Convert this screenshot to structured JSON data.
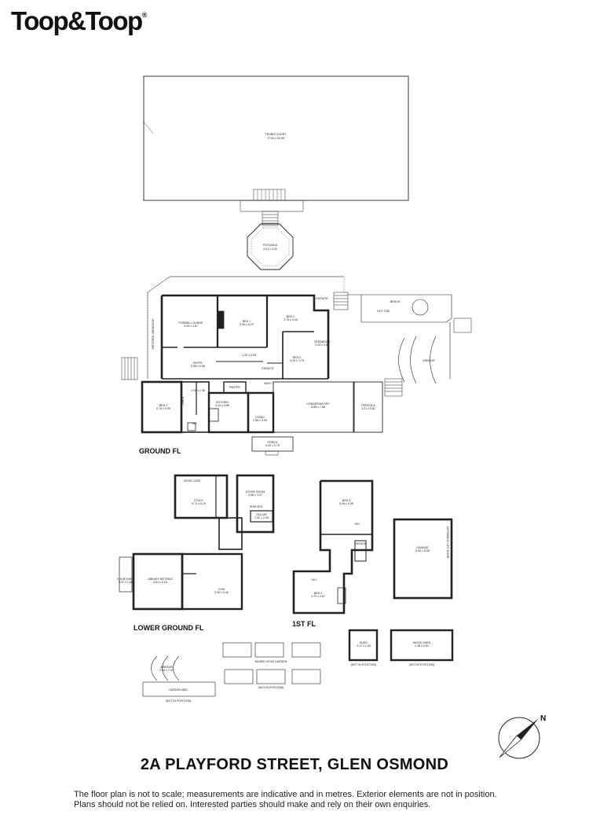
{
  "brand": {
    "logo": "Toop&Toop",
    "reg": "®"
  },
  "address": "2A PLAYFORD STREET, GLEN OSMOND",
  "disclaimer": [
    "The floor plan is not to scale; measurements are indicative and in metres. Exterior elements are not in position.",
    "Plans should not be relied on. Interested parties should make and rely on their own enquiries."
  ],
  "floors": {
    "ground": "GROUND FL",
    "lower": "LOWER GROUND FL",
    "first": "1ST FL"
  },
  "compass": {
    "north": "N"
  },
  "rooms": {
    "tennis": [
      "TENNIS COURT",
      "17.84 x 34.55"
    ],
    "rotunda": [
      "ROTUNDA",
      "4.91 x 4.20"
    ],
    "verandah_w": "WESTERN VERANDAH",
    "formal_lounge": [
      "FORMAL LOUNGE",
      "5.34 x 4.87"
    ],
    "bed1_g": [
      "BED 1",
      "5.46 x 5.23"
    ],
    "bed1_e": [
      "BED 1",
      "3.76 x 4.44"
    ],
    "ensuite": "ENSUITE",
    "entry": [
      "ENTRY",
      "5.58 x 4.88"
    ],
    "hall": "1.25 x 3.25",
    "bed2": [
      "BED 2",
      "5.29 x 3.75"
    ],
    "verandah_e": [
      "VERANDAH",
      "2.03 x 3.50"
    ],
    "ensuite2": "ENSUITE",
    "bath": "BATH",
    "bed3": [
      "BED 3",
      "5.76 x 4.05"
    ],
    "kitchen": [
      "KITCHEN",
      "4.12 x 3.56"
    ],
    "pantry": "PANTRY",
    "laundry": "1.26 x 1.36",
    "linen": "LINEN",
    "wc": "WC",
    "living": [
      "LIVING",
      "2.68 x 3.95"
    ],
    "conservatory": [
      "CONSERVATORY",
      "5.88 x 7.66"
    ],
    "pergola": [
      "PERGOLA",
      "3.21 x 5.81"
    ],
    "porch": [
      "PORCH",
      "3.02 x 2.75"
    ],
    "bench": "BENCH",
    "hot_tub": "HOT TUB",
    "arbour": "ARBOUR",
    "study": [
      "STUDY",
      "5.73 x 4.79"
    ],
    "book_case": "BOOK CASE",
    "store": [
      "STORE ROOM",
      "2.98 x 3.97"
    ],
    "shelves": "SHELVES",
    "cellar": [
      "CELLAR",
      "2.92 x 2.36"
    ],
    "library": [
      "LIBRARY RETREAT",
      "4.81 x 5.04"
    ],
    "courtyard": [
      "COURTYARD",
      "5.57 x 1.86"
    ],
    "gym": [
      "GYM",
      "3.90 x 4.40"
    ],
    "bed5": [
      "BED 5",
      "5.46 x 5.36"
    ],
    "bed4": [
      "BED 4",
      "4.79 x 3.87"
    ],
    "sky": "SKY",
    "garage": [
      "GARAGE",
      "5.92 x 6.08"
    ],
    "lift_door": "AUTOMATIC LIFT DOOR",
    "shed": [
      "SHED",
      "3.17 x 2.43"
    ],
    "wood_shed": [
      "WOOD SHED",
      "2.38 x 3.62"
    ],
    "not_in_position": "(NOT IN POSITION)",
    "raised_garden": "RAISED VEGE GARDEN",
    "garden_bed": "GARDEN BED",
    "arbour2": [
      "ARBOUR",
      "2.88 x 7.07"
    ]
  }
}
